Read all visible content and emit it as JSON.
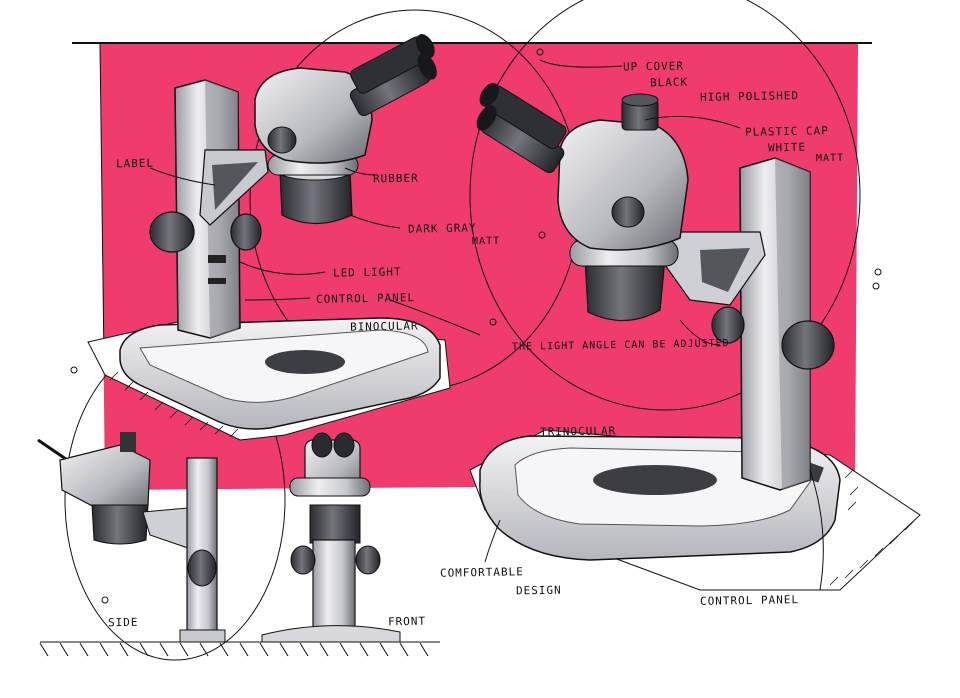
{
  "palette": {
    "background": "#ffffff",
    "backdrop": "#ef3c6c",
    "ink": "#111111",
    "metal_light": "#e6e6ea",
    "metal_mid": "#b9bac0",
    "metal_dark": "#4b4c52"
  },
  "annotations": {
    "up_cover_1": "UP COVER",
    "up_cover_2": "BLACK",
    "up_cover_3": "HIGH POLISHED",
    "plastic_cap_1": "PLASTIC CAP",
    "plastic_cap_2": "WHITE",
    "plastic_cap_3": "MATT",
    "label": "LABEL",
    "rubber": "RUBBER",
    "dark_gray_1": "DARK GRAY",
    "dark_gray_2": "MATT",
    "led_light": "LED LIGHT",
    "control_panel_left": "CONTROL PANEL",
    "binocular": "BINOCULAR",
    "light_angle": "THE LIGHT ANGLE CAN BE ADJUSTED",
    "trinocular": "TRINOCULAR",
    "comfortable_1": "COMFORTABLE",
    "comfortable_2": "DESIGN",
    "control_panel_right": "CONTROL PANEL",
    "side": "SIDE",
    "front": "FRONT"
  }
}
